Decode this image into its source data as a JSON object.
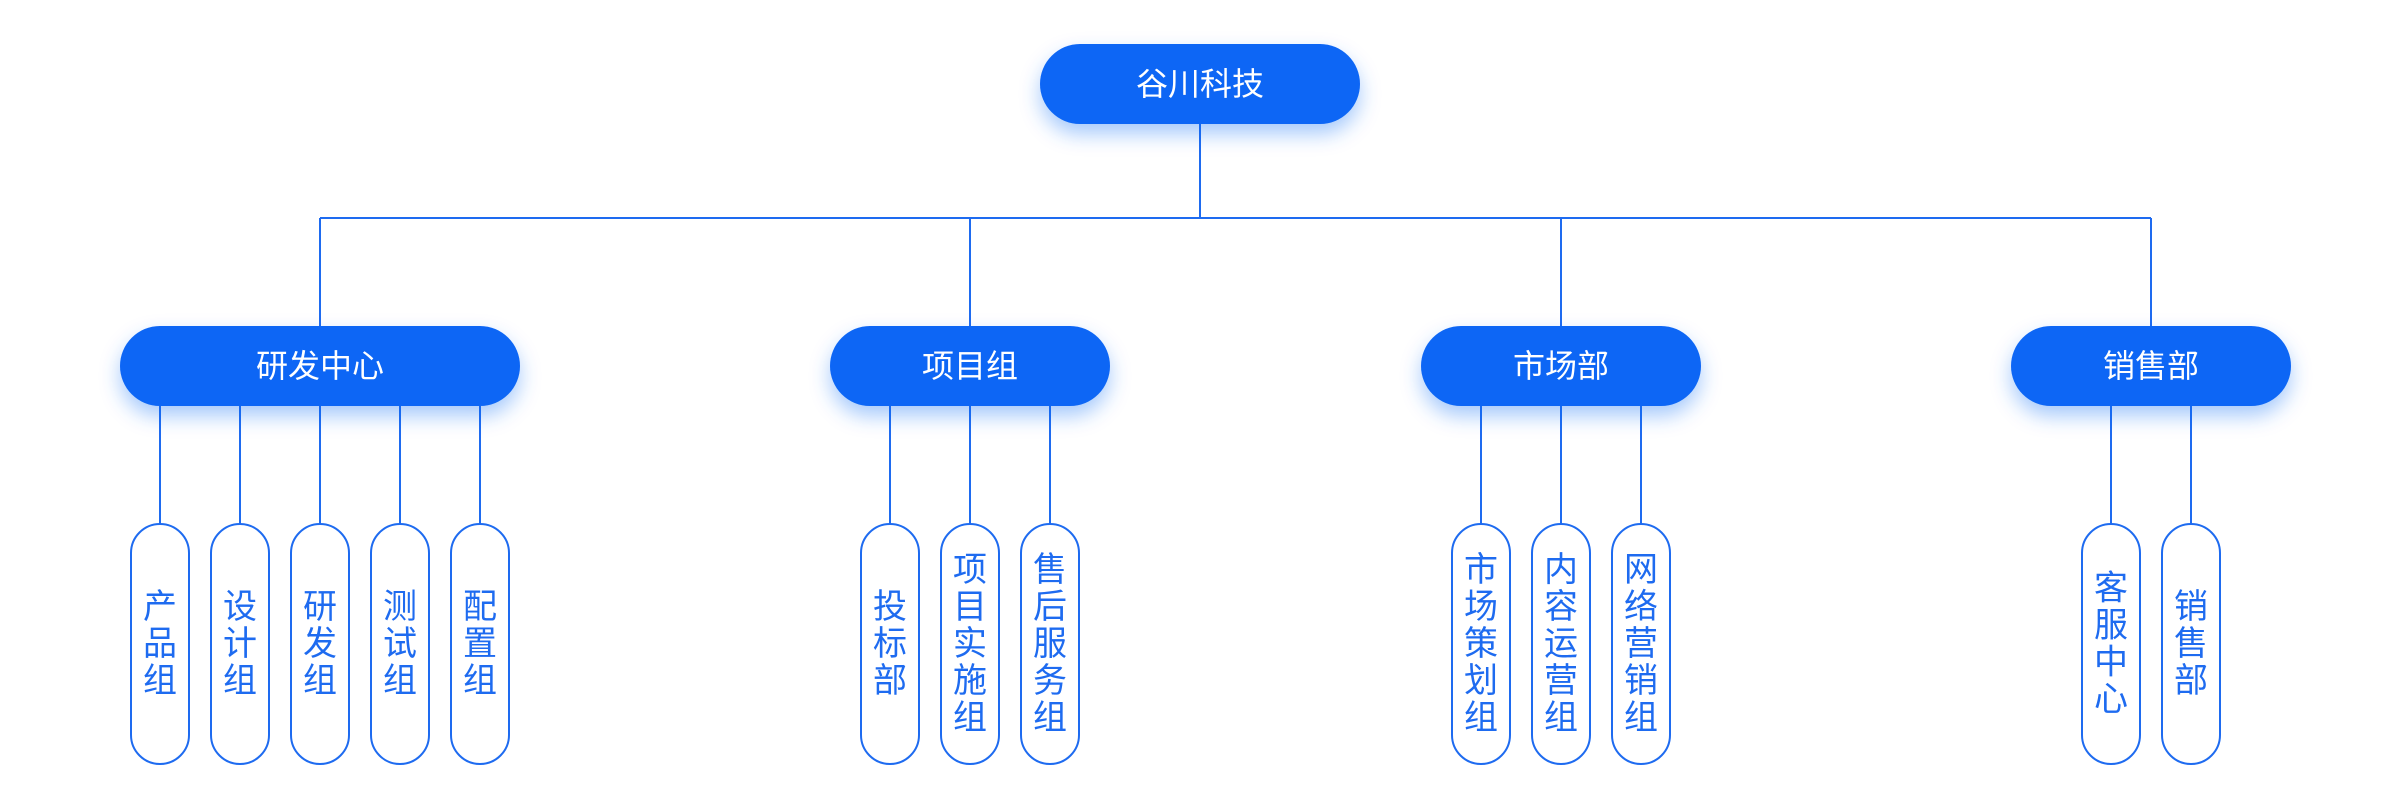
{
  "colors": {
    "primary": "#0a66f5",
    "line": "#1e6bf0",
    "leaf_text": "#1e6bf0",
    "node_text": "#ffffff",
    "background": "#ffffff"
  },
  "root": {
    "label": "谷川科技"
  },
  "departments": [
    {
      "label": "研发中心",
      "children": [
        "产品组",
        "设计组",
        "研发组",
        "测试组",
        "配置组"
      ]
    },
    {
      "label": "项目组",
      "children": [
        "投标部",
        "项目实施组",
        "售后服务组"
      ]
    },
    {
      "label": "市场部",
      "children": [
        "市场策划组",
        "内容运营组",
        "网络营销组"
      ]
    },
    {
      "label": "销售部",
      "children": [
        "客服中心",
        "销售部"
      ]
    }
  ]
}
